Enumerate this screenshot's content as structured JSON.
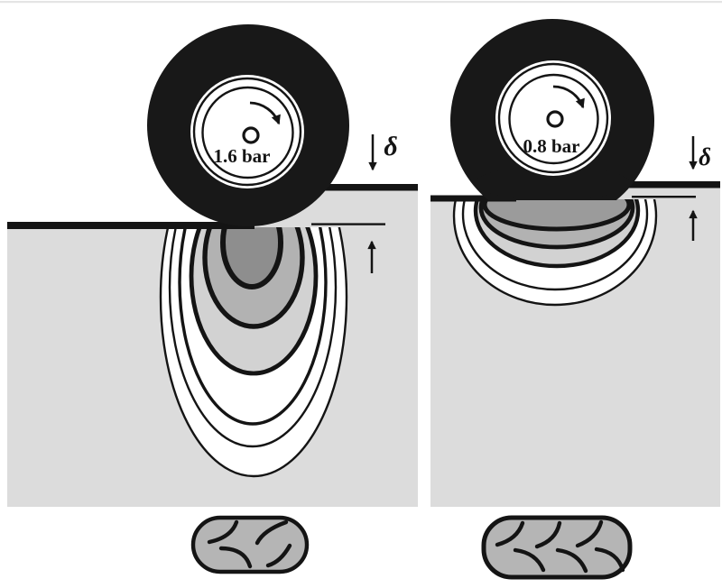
{
  "diagram": {
    "type": "tyre-inflation-pressure-soil-compaction-comparison",
    "panels": [
      {
        "id": "high-pressure-tyre",
        "pressure_label": "1.6 bar",
        "sinkage_symbol": "δ",
        "sinkage": "large",
        "pressure_bulb_count": 6,
        "pressure_bulb_shape": "deep and narrow",
        "footprint": "small contact patch",
        "footprint_tread_marks": 4
      },
      {
        "id": "low-pressure-tyre",
        "pressure_label": "0.8 bar",
        "sinkage_symbol": "δ",
        "sinkage": "small",
        "pressure_bulb_count": 5,
        "pressure_bulb_shape": "shallow and wide",
        "footprint": "large contact patch",
        "footprint_tread_marks": 6
      }
    ],
    "colors": {
      "background": "#ffffff",
      "ink": "#141414",
      "tyre_black": "#181818",
      "soil_gray": "#dcdcdc",
      "bulb_light_gray": "#d2d2d2",
      "bulb_medium_gray": "#b2b2b2",
      "bulb_dark_gray_left": "#8e8e8e",
      "bulb_dark_gray_right": "#9b9b9b",
      "footprint_gray": "#b5b5b5"
    }
  }
}
